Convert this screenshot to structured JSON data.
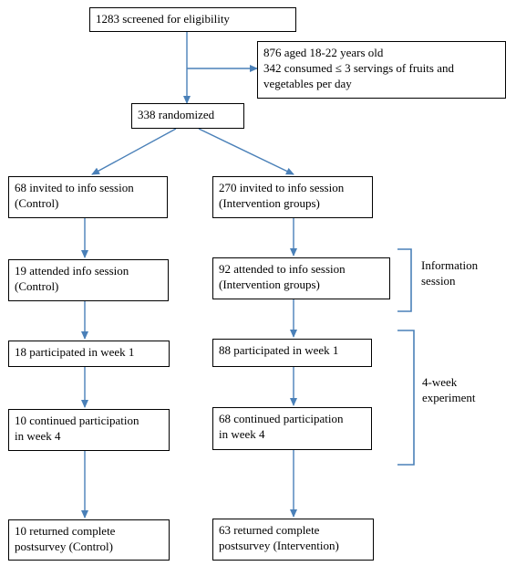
{
  "boxes": {
    "screened": [
      "1283 screened for eligibility"
    ],
    "excluded": [
      "876 aged 18-22 years old",
      "342 consumed ≤ 3 servings of fruits and",
      "vegetables per day"
    ],
    "randomized": [
      "338 randomized"
    ],
    "control_invited": [
      "68 invited to info session",
      "(Control)"
    ],
    "intervention_invited": [
      "270 invited to info session",
      "(Intervention groups)"
    ],
    "control_attended": [
      "19 attended info session",
      "(Control)"
    ],
    "intervention_attended": [
      "92 attended to info session",
      "(Intervention groups)"
    ],
    "control_week1": [
      "18 participated in week 1"
    ],
    "intervention_week1": [
      "88 participated in week 1"
    ],
    "control_week4": [
      "10 continued participation",
      "in week 4"
    ],
    "intervention_week4": [
      "68 continued participation",
      "in week 4"
    ],
    "control_postsurvey": [
      "10 returned complete",
      "postsurvey (Control)"
    ],
    "intervention_postsurvey": [
      "63 returned complete",
      "postsurvey (Intervention)"
    ]
  },
  "brackets": {
    "info_session": [
      "Information",
      "session"
    ],
    "experiment": [
      "4-week",
      "experiment"
    ]
  },
  "colors": {
    "arrow": "#4a80b8",
    "bracket": "#4a80b8",
    "box_border": "#000000"
  }
}
